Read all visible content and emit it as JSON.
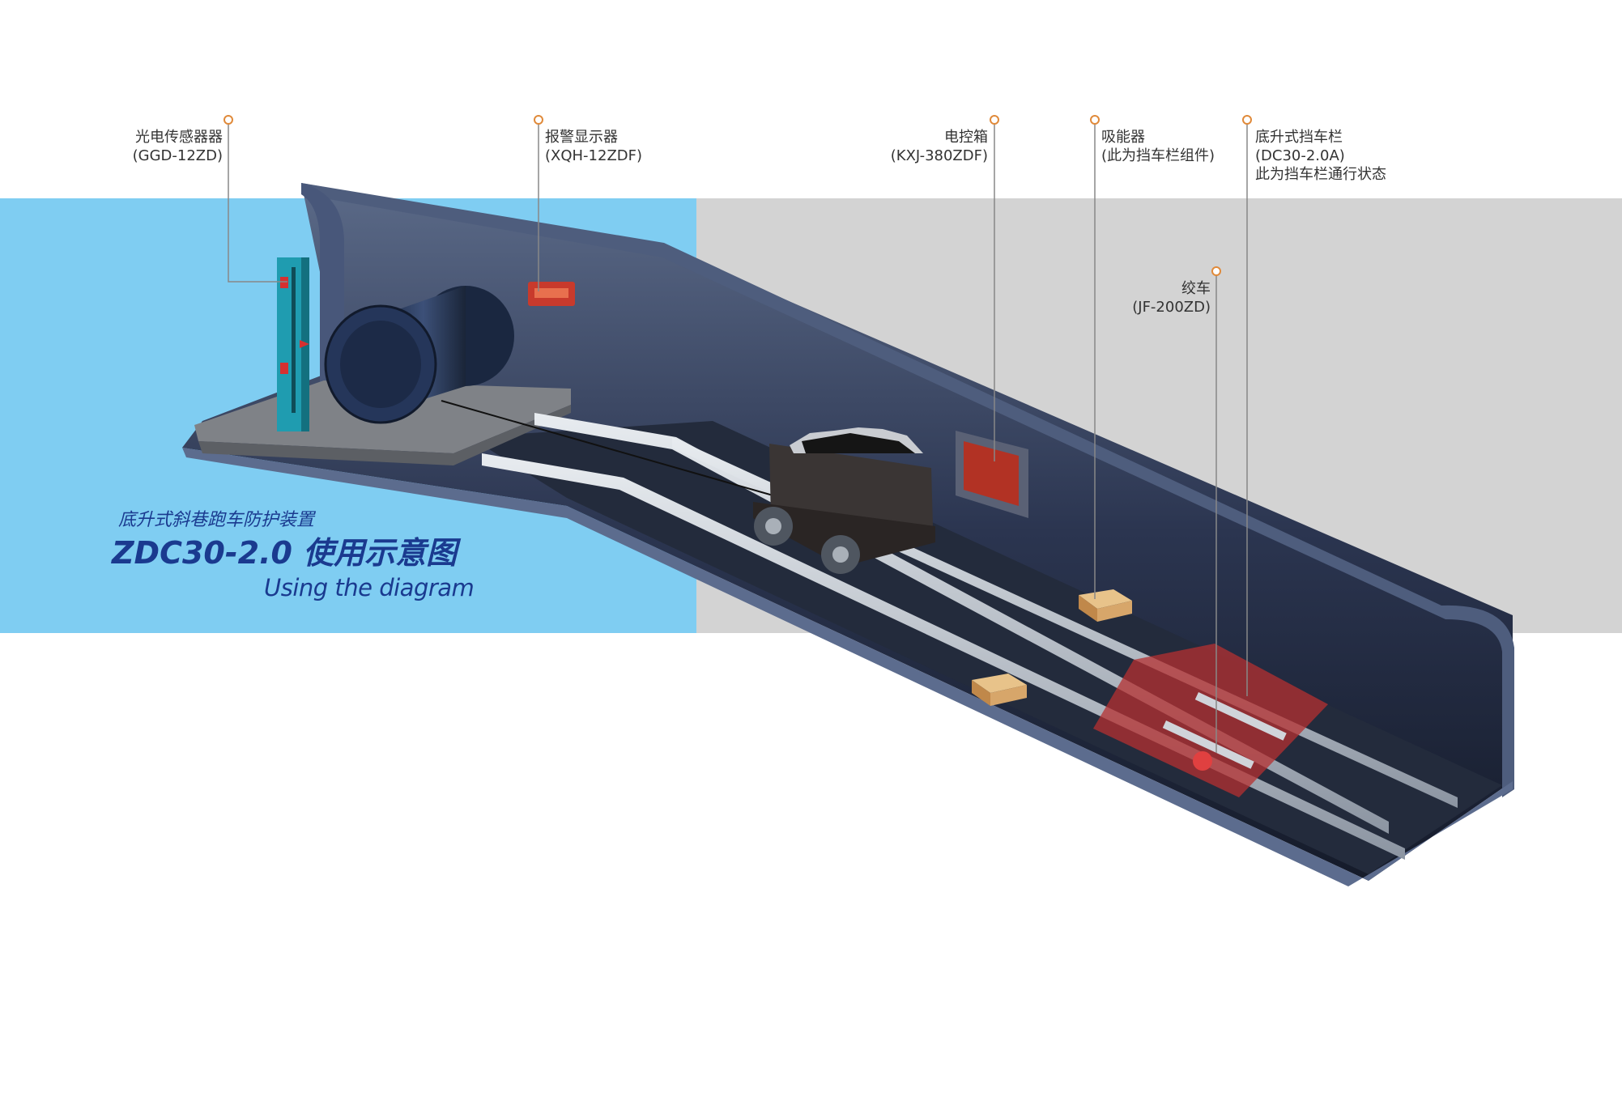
{
  "title": {
    "subtitle": "底升式斜巷跑车防护装置",
    "main": "ZDC30-2.0  使用示意图",
    "english": "Using the diagram"
  },
  "callouts": [
    {
      "id": "photo-sensor",
      "lines": [
        "光电传感器器",
        "(GGD-12ZD)"
      ]
    },
    {
      "id": "alarm-display",
      "lines": [
        "报警显示器",
        "(XQH-12ZDF)"
      ]
    },
    {
      "id": "control-box",
      "lines": [
        "电控箱",
        "(KXJ-380ZDF)"
      ]
    },
    {
      "id": "energy-absorber",
      "lines": [
        "吸能器",
        "(此为挡车栏组件)"
      ]
    },
    {
      "id": "barrier",
      "lines": [
        "底升式挡车栏",
        "(DC30-2.0A)",
        "此为挡车栏通行状态"
      ]
    },
    {
      "id": "winch",
      "lines": [
        "绞车",
        "(JF-200ZD)"
      ]
    }
  ],
  "colors": {
    "background_blue": "#7fcdf2",
    "background_gray": "#d3d3d3",
    "tunnel_wall": "#3f4d6b",
    "title_blue": "#1a3a8f",
    "sensor_teal": "#1f9cb0",
    "alarm_red": "#c83a2c",
    "barrier_red": "#d63030",
    "absorber_tan": "#d7a66a",
    "rail_silver": "#c6ccd4"
  }
}
